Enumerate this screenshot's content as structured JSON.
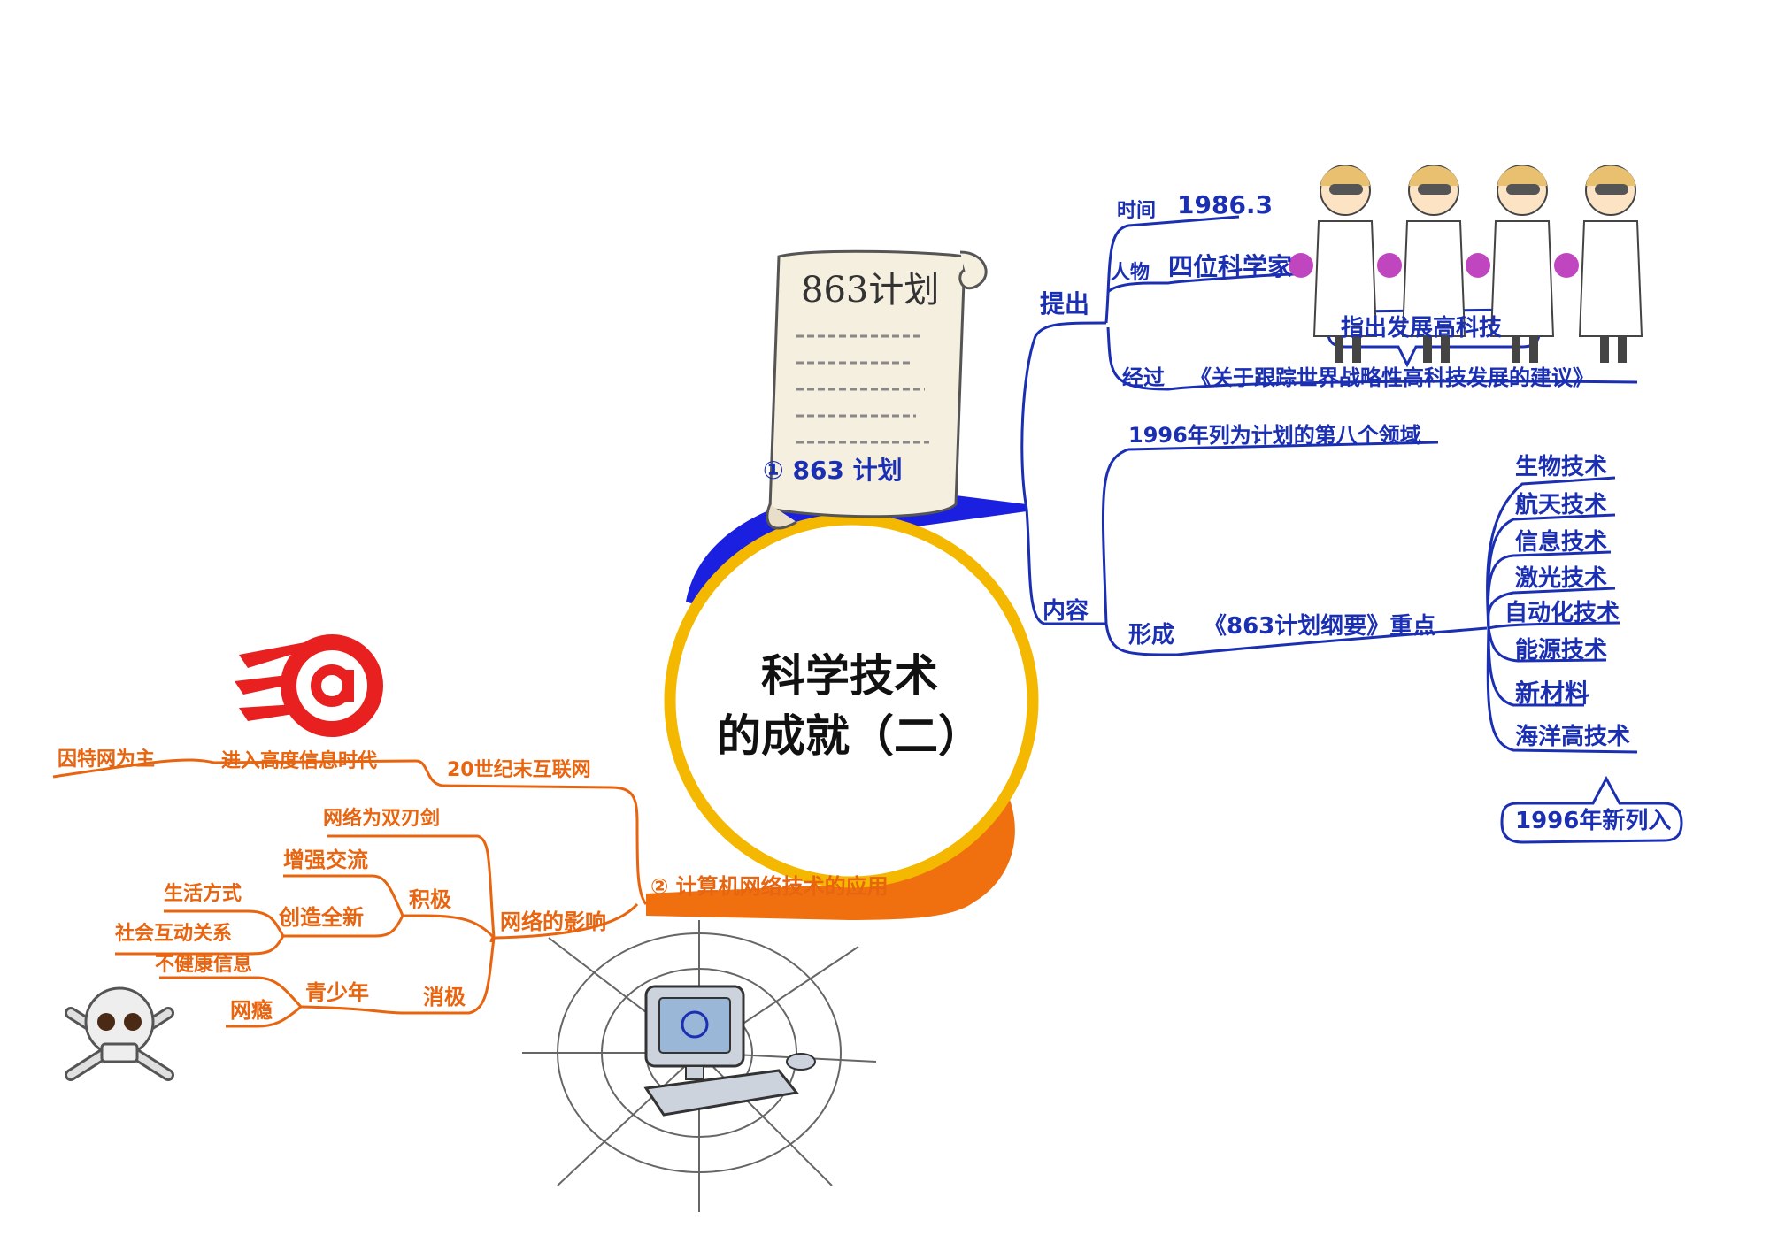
{
  "center": {
    "line1": "科学技术",
    "line2": "的成就（二）"
  },
  "branch1": {
    "title": "① 863 计划",
    "propose": {
      "label": "提出",
      "time_label": "时间",
      "time_value": "1986.3",
      "people_label": "人物",
      "people_value": "四位科学家",
      "process_label": "经过",
      "process_value": "《关于跟踪世界战略性高科技发展的建议》",
      "callout": "指出发展高科技"
    },
    "content": {
      "label": "内容",
      "plan_1996": "1996年列为计划的第八个领域",
      "form_label": "形成",
      "form_value": "《863计划纲要》重点",
      "fields": [
        "生物技术",
        "航天技术",
        "信息技术",
        "激光技术",
        "自动化技术",
        "能源技术",
        "新材料",
        "海洋高技术"
      ],
      "callout": "1996年新列入"
    },
    "scroll_title": "863计划"
  },
  "branch2": {
    "title": "② 计算机网络技术的应用",
    "internet": {
      "label": "20世纪末互联网",
      "sub": "进入高度信息时代",
      "sub2": "因特网为主"
    },
    "impact": {
      "label": "网络的影响",
      "double_edge": "网络为双刃剑",
      "positive": {
        "label": "积极",
        "items": [
          "增强交流",
          "创造全新"
        ],
        "sub": [
          "生活方式",
          "社会互动关系"
        ]
      },
      "negative": {
        "label": "消极",
        "target": "青少年",
        "sub": [
          "不健康信息",
          "网瘾"
        ]
      }
    }
  },
  "colors": {
    "blue": "#1b2fb3",
    "orange": "#e8640f",
    "ring": "#f5b800"
  },
  "icons": [
    "scroll-icon",
    "scientist-icon",
    "at-sign-icon",
    "skull-icon",
    "spiderweb-computer-icon"
  ]
}
